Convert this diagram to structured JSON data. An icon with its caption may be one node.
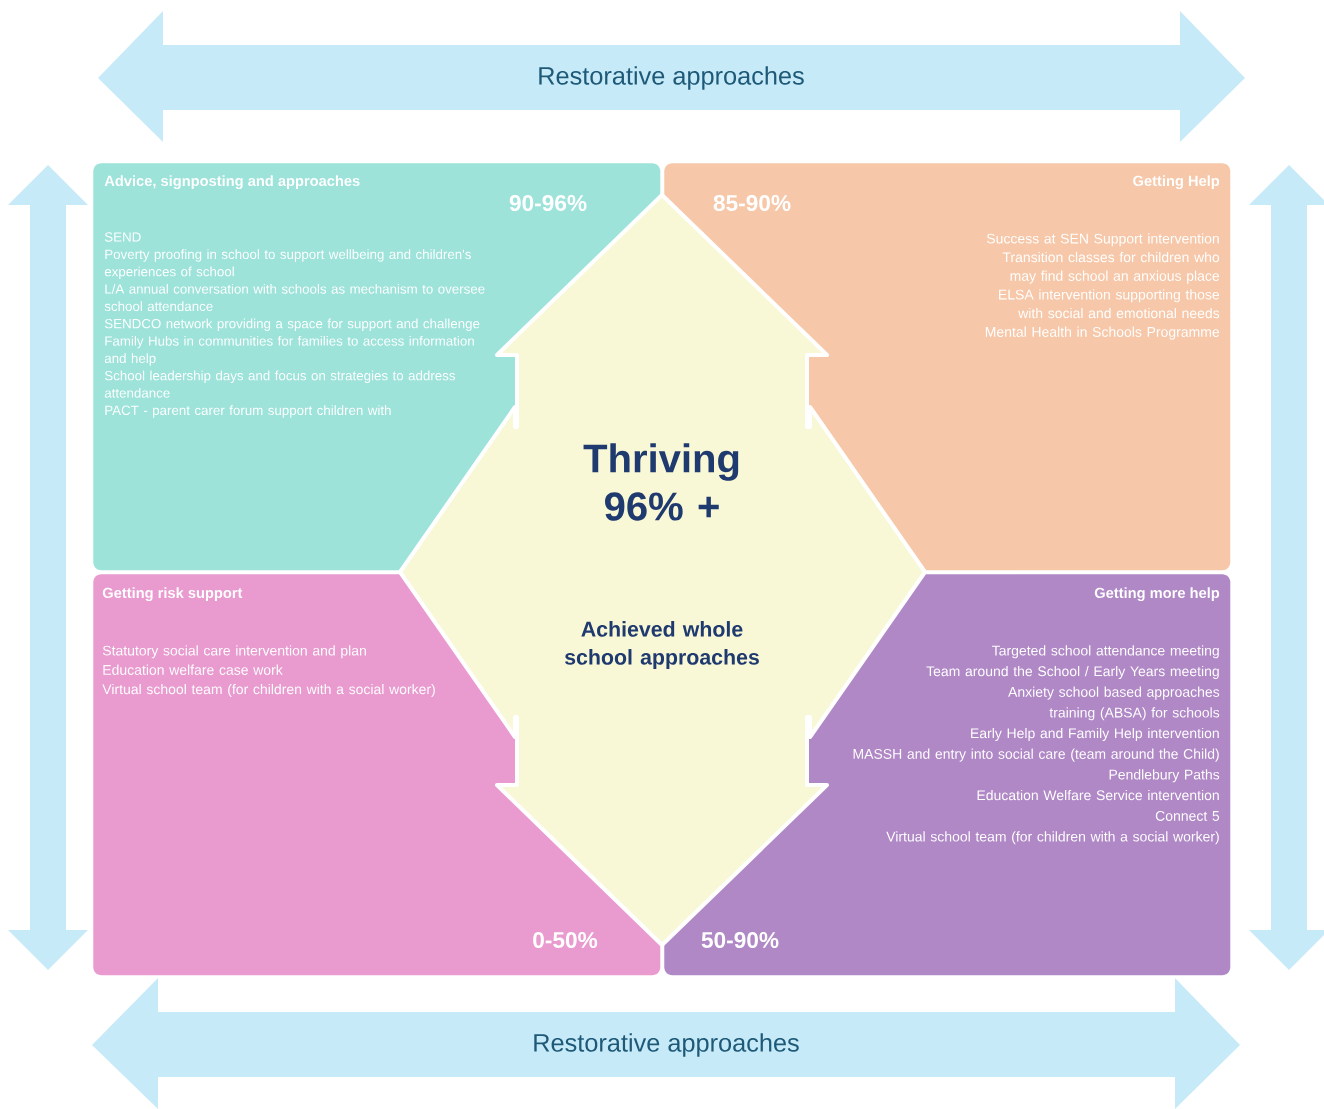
{
  "diagram": {
    "nodes": [
      {
        "text": [
          "Restorative approaches"
        ]
      },
      {
        "text": [
          "Advice, signposting and approaches",
          "90-96%",
          "SEND",
          "Poverty proofing in school to support wellbeing and children's experiences of school",
          "L/A annual conversation with schools as mechanism to oversee school attendance",
          "SENDCO network providing a space for support and challenge",
          "Family Hubs in communities for families to access information and help",
          "School leadership days and focus on strategies to address attendance",
          "PACT - parent carer forum support children with"
        ]
      },
      {
        "text": [
          "Getting Help",
          "85-90%",
          "Success at SEN Support intervention",
          "Transition classes for children who may find school an anxious place",
          "ELSA intervention supporting those with social and emotional needs",
          "Mental Health in Schools Programme"
        ]
      },
      {
        "text": [
          "Thriving 96% +",
          "Achieved whole school approaches"
        ]
      },
      {
        "text": [
          "Getting risk support",
          "0-50%",
          "Statutory social care intervention and plan",
          "Education welfare case work",
          "Virtual school team (for children with a social worker)"
        ]
      },
      {
        "text": [
          "Getting more help",
          "50-90%",
          "Targeted school attendance meeting",
          "Team around the School / Early Years meeting",
          "Anxiety school based approaches training (ABSA) for schools",
          "Early Help and Family Help intervention",
          "MASSH and entry into social care (team around the Child)",
          "Pendlebury Paths",
          "Education Welfare Service intervention",
          "Connect 5",
          "Virtual school team (for children with a social worker)"
        ]
      },
      {
        "text": [
          "Restorative approaches"
        ]
      }
    ]
  }
}
